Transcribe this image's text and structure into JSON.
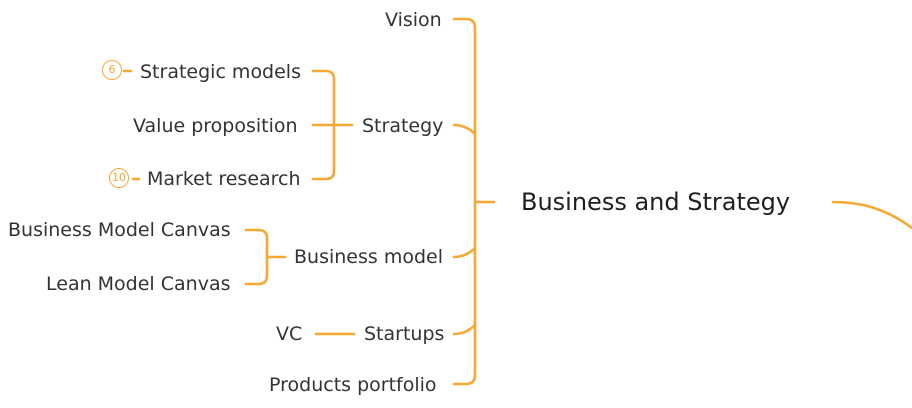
{
  "root": {
    "label": "Business and Strategy"
  },
  "branches": {
    "vision": "Vision",
    "strategy": "Strategy",
    "business_model": "Business model",
    "startups": "Startups",
    "products_portfolio": "Products portfolio"
  },
  "strategy_children": {
    "strategic_models": "Strategic models",
    "value_proposition": "Value proposition",
    "market_research": "Market research"
  },
  "business_model_children": {
    "bmc": "Business Model Canvas",
    "lmc": "Lean Model Canvas"
  },
  "startups_children": {
    "vc": "VC"
  },
  "badges": {
    "strategic_models_count": "6",
    "market_research_count": "10"
  },
  "colors": {
    "connector": "#f6a832",
    "text": "#333333",
    "root_text": "#1f1f1f",
    "background": "#ffffff"
  }
}
